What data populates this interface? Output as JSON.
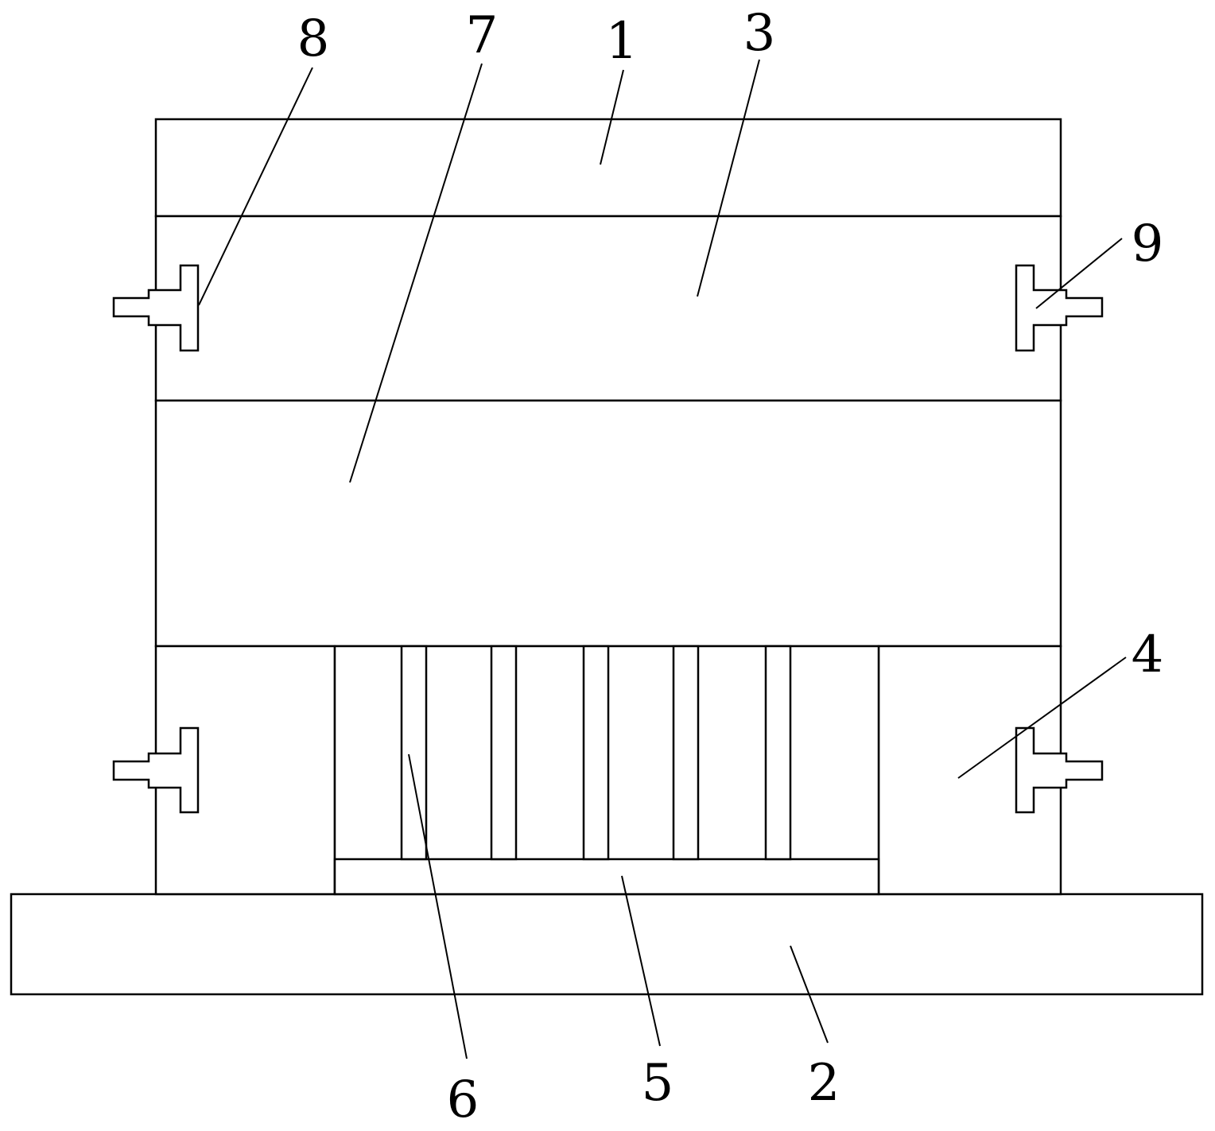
{
  "labels": {
    "part_1": "1",
    "part_2": "2",
    "part_3": "3",
    "part_4": "4",
    "part_5": "5",
    "part_6": "6",
    "part_7": "7",
    "part_8": "8",
    "part_9": "9"
  },
  "colors": {
    "stroke": "#000000",
    "background": "#ffffff"
  }
}
